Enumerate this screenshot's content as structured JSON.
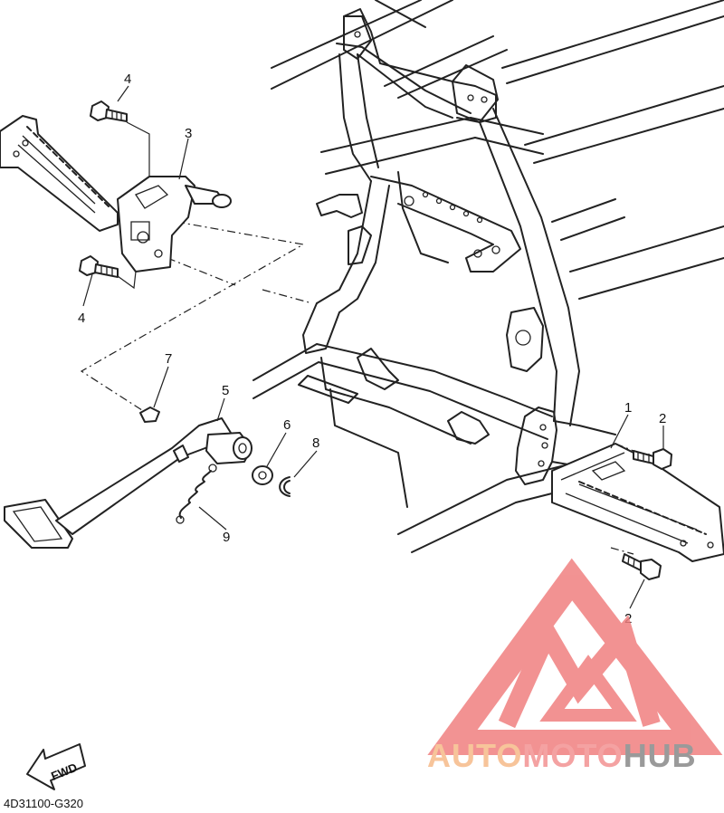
{
  "callouts": {
    "c1": "1",
    "c2a": "2",
    "c2b": "2",
    "c3": "3",
    "c4a": "4",
    "c4b": "4",
    "c5": "5",
    "c6": "6",
    "c7": "7",
    "c8": "8",
    "c9": "9"
  },
  "fwd_label": "FWD",
  "diagram_code": "4D31100-G320",
  "watermark": {
    "part1": "AUTO",
    "part2": "MOTO",
    "part3": "HUB",
    "colors": {
      "auto": "#f7c49a",
      "moto": "#f4a2a2",
      "hub": "#9a9a9a",
      "logo": "#f08080"
    }
  }
}
